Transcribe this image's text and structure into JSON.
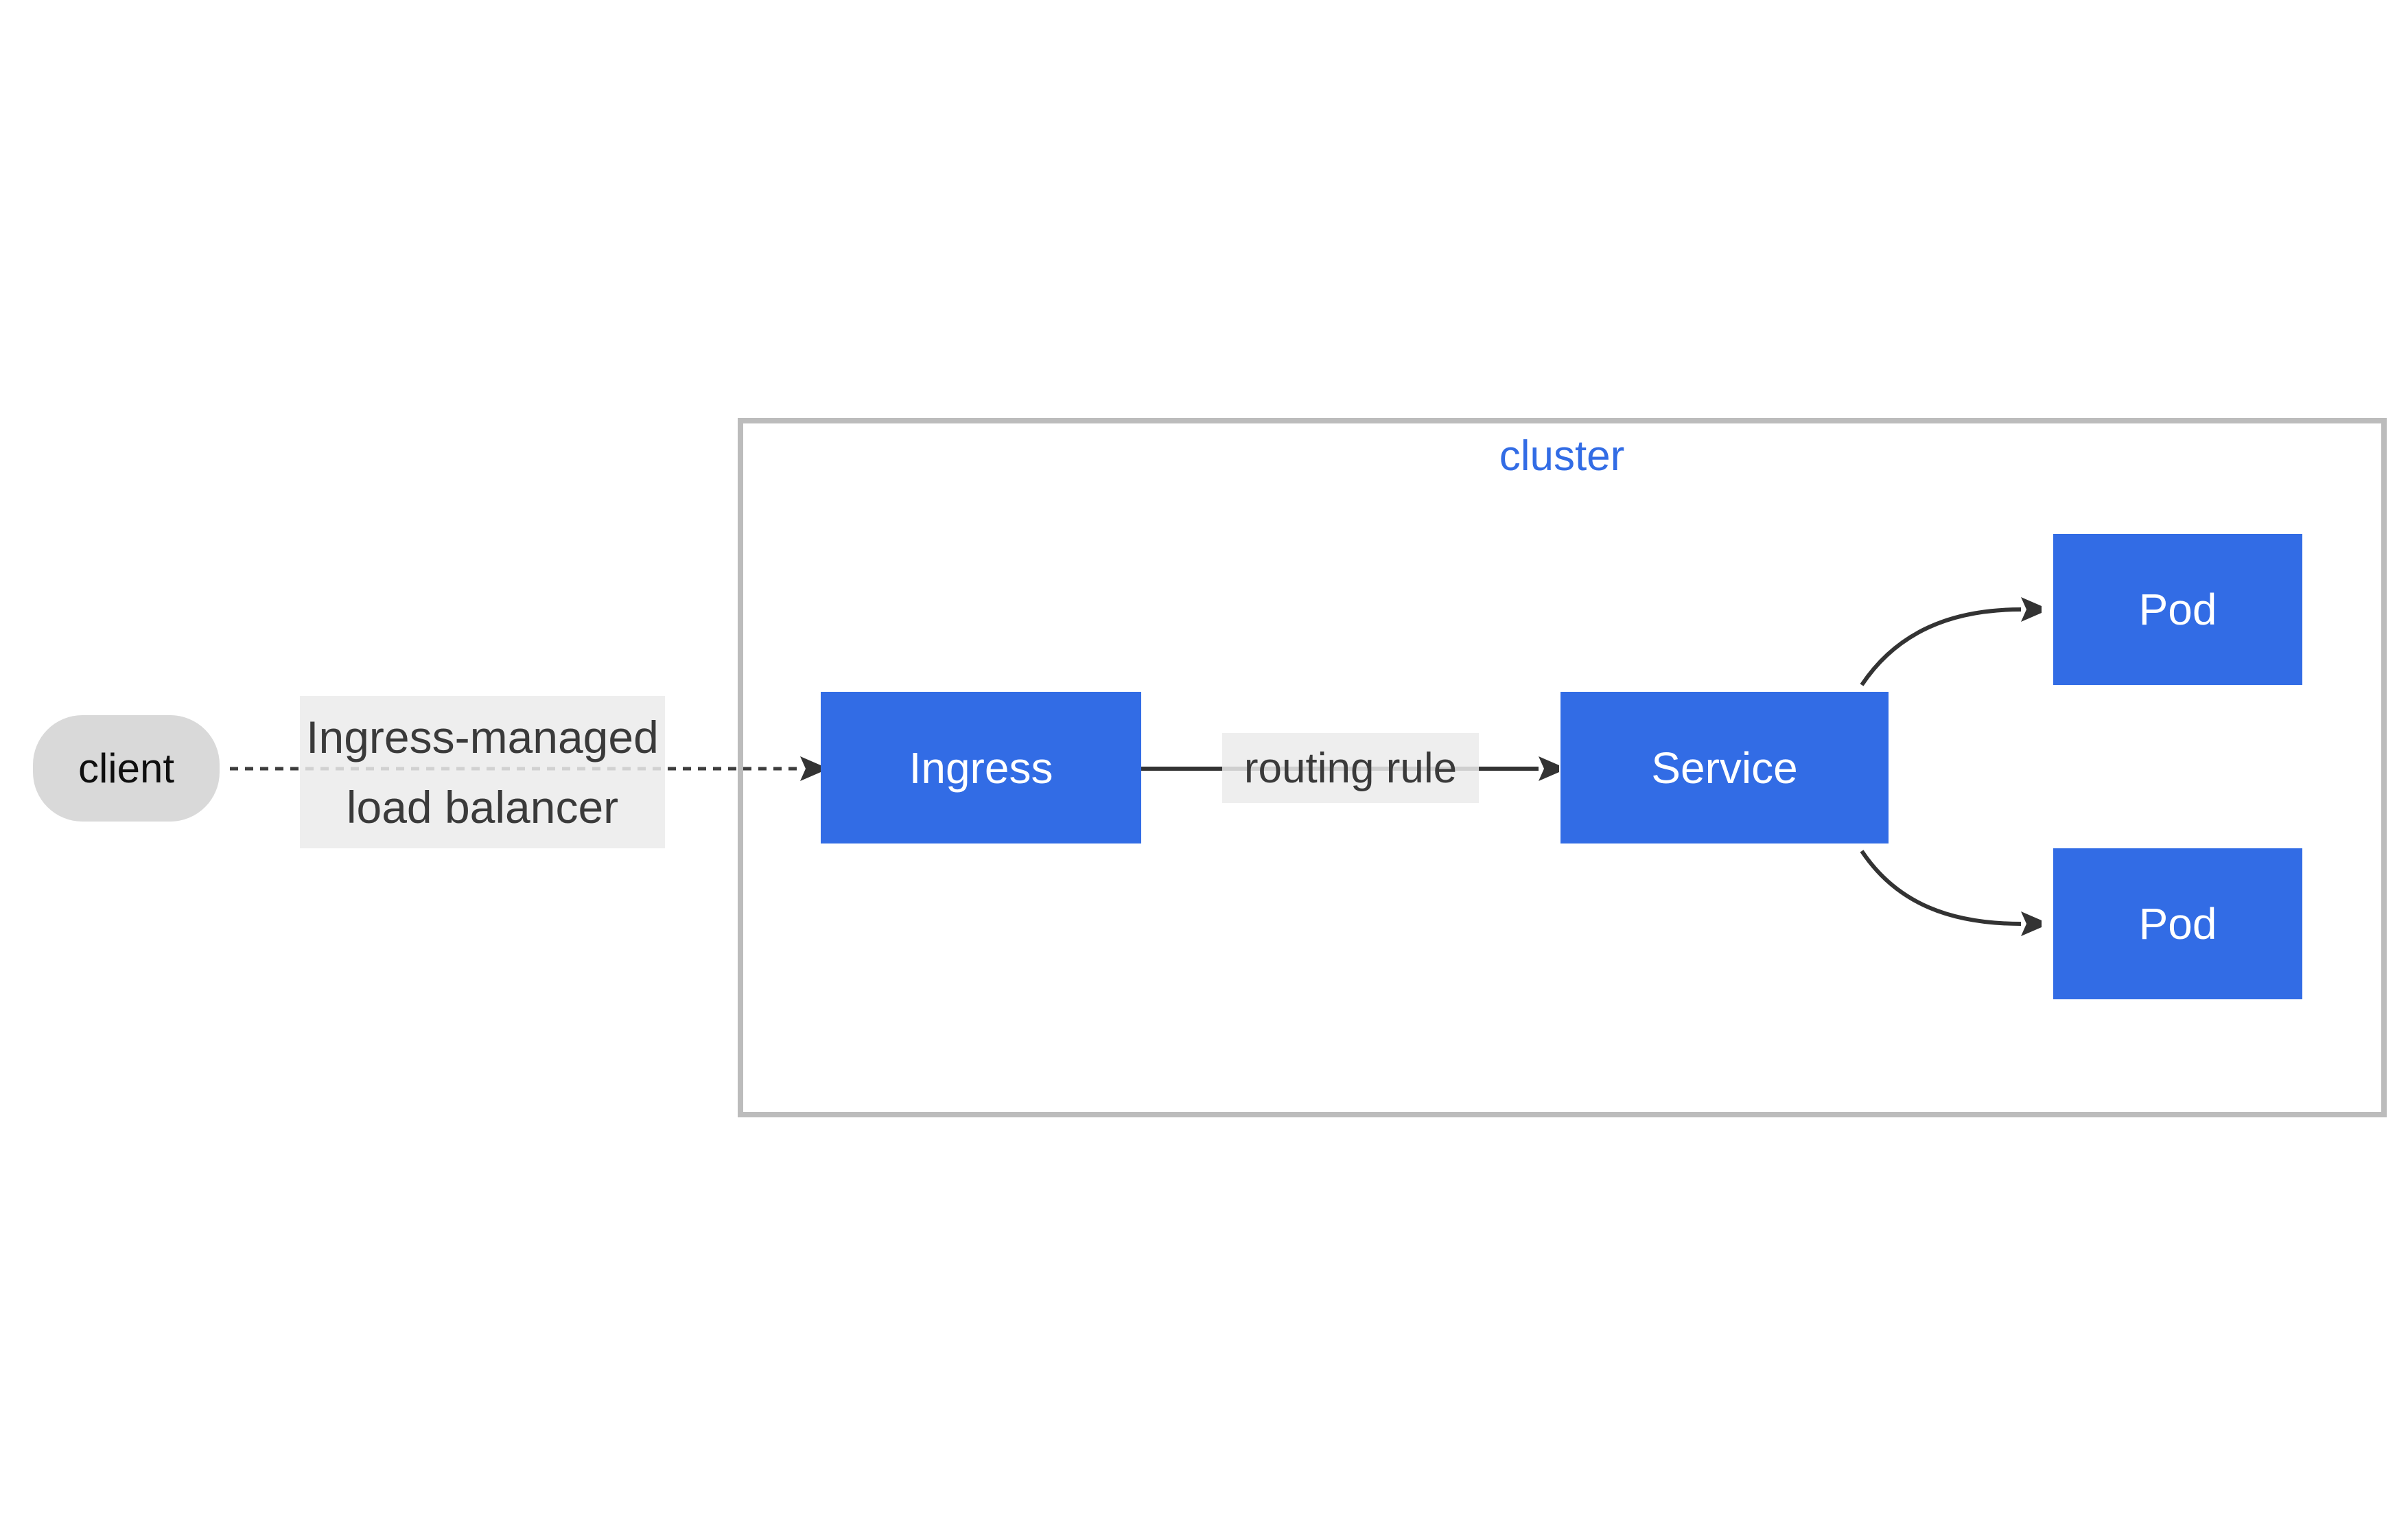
{
  "diagram": {
    "cluster": {
      "label": "cluster"
    },
    "nodes": {
      "client": {
        "label": "client"
      },
      "ingress": {
        "label": "Ingress"
      },
      "service": {
        "label": "Service"
      },
      "pod_top": {
        "label": "Pod"
      },
      "pod_bottom": {
        "label": "Pod"
      }
    },
    "edge_labels": {
      "load_balancer_line1": "Ingress-managed",
      "load_balancer_line2": "load balancer",
      "routing_rule": "routing rule"
    },
    "colors": {
      "node_fill": "#326ce5",
      "node_text": "#ffffff",
      "client_fill": "#d9d9d9",
      "client_text": "#0f0f0f",
      "edge_label_bg": "#ebebeb",
      "edge_label_text": "#3a3a3a",
      "cluster_border": "#bcbcbc",
      "cluster_label_text": "#326ce5",
      "arrow_line": "#333333"
    }
  }
}
